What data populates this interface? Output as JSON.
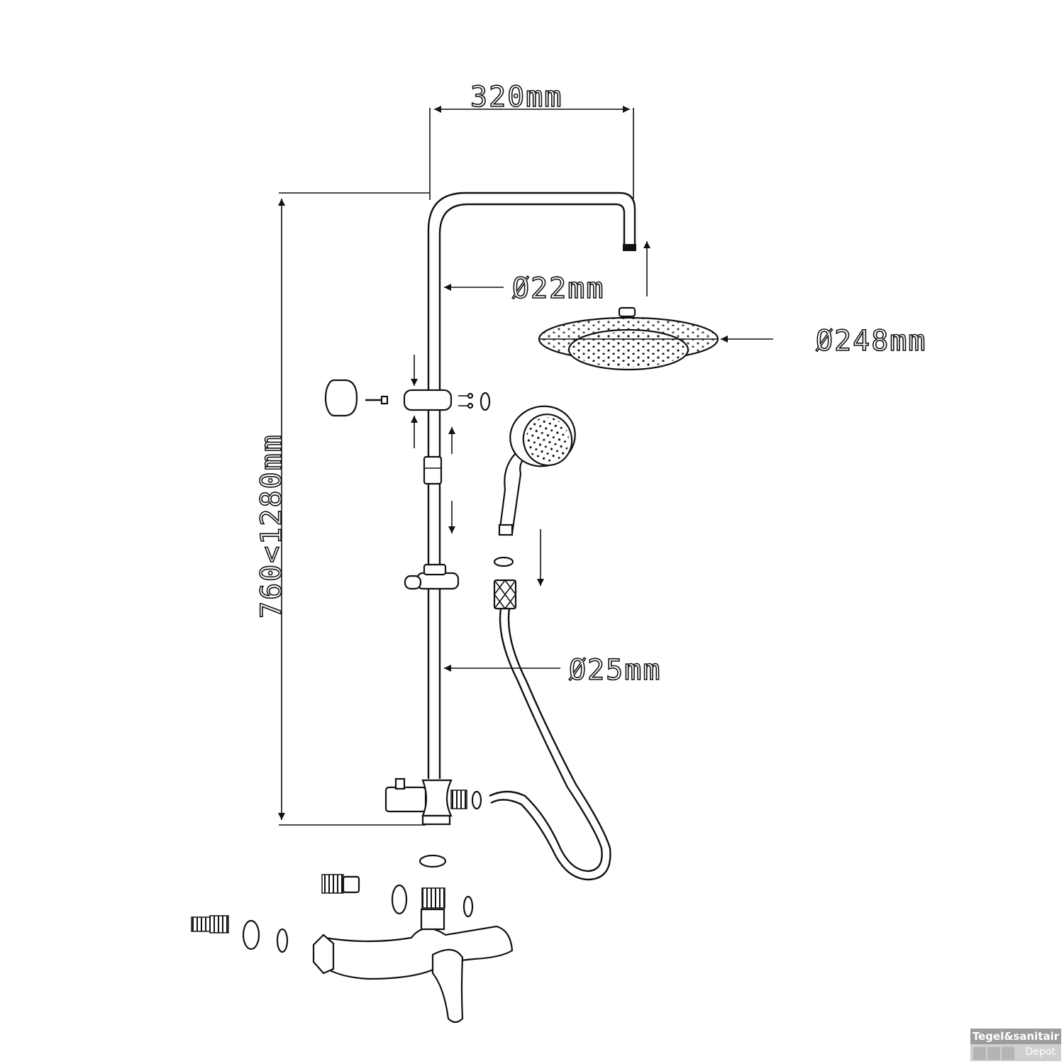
{
  "dimensions": {
    "top_width": "320mm",
    "upper_pipe_diameter": "Ø22mm",
    "head_shower_diameter": "Ø248mm",
    "height_range": "760<1280mm",
    "lower_pipe_diameter": "Ø25mm"
  },
  "logo": {
    "brand": "Tegel&sanitair",
    "sub": "Depot"
  }
}
